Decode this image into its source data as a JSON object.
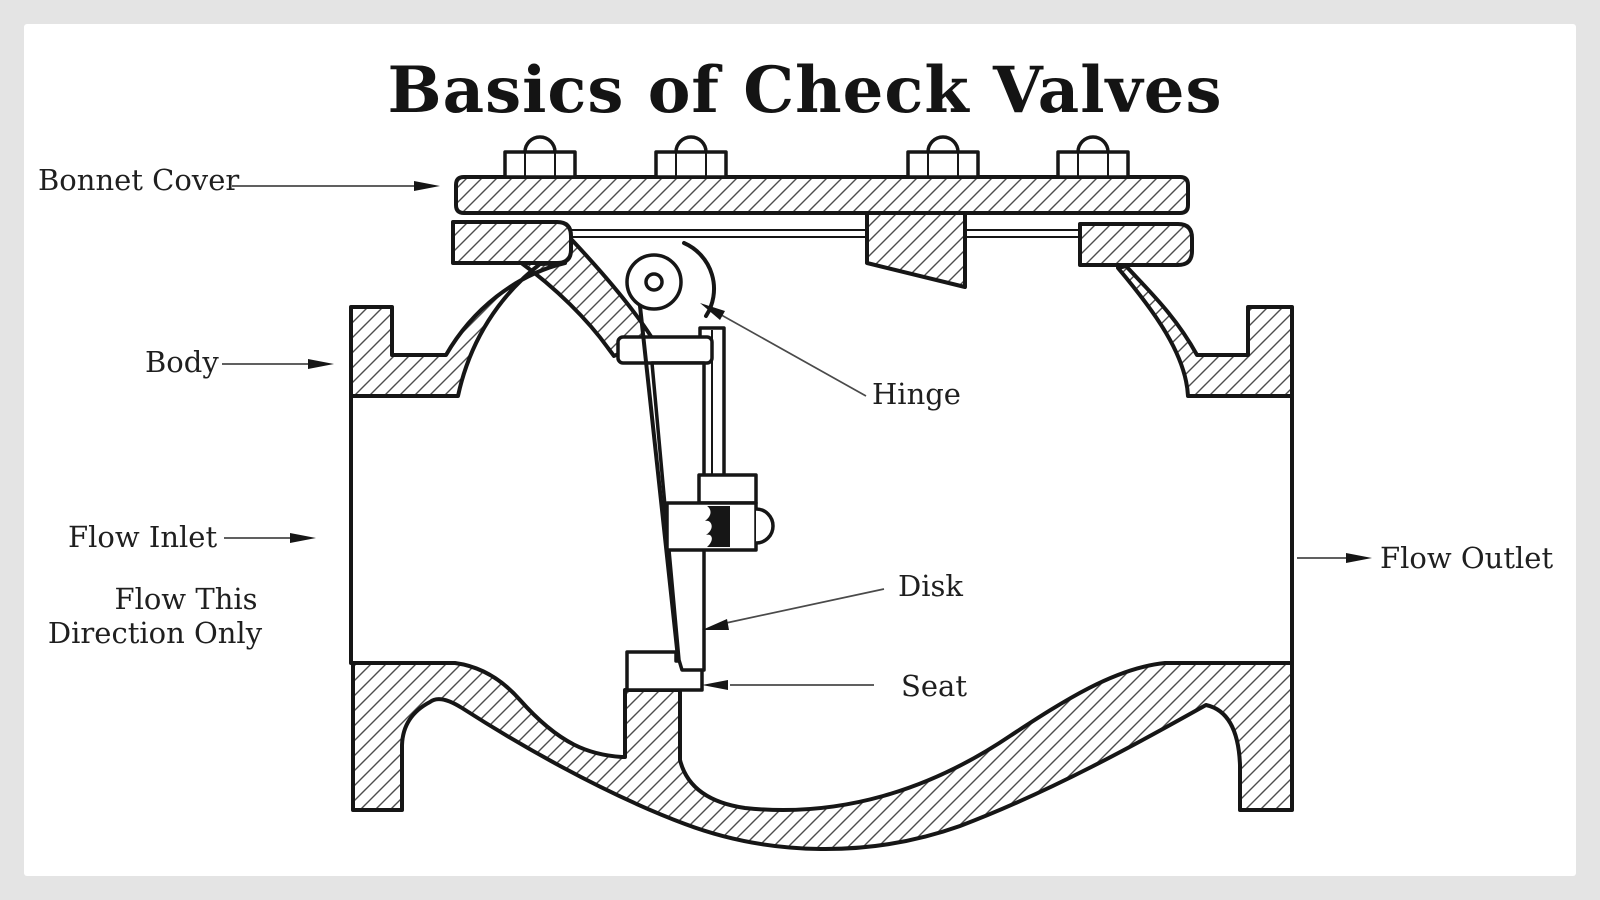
{
  "title": "Basics of Check Valves",
  "diagram": {
    "type": "cross-section",
    "subject": "swing check valve",
    "labels": {
      "bonnet_cover": "Bonnet Cover",
      "body": "Body",
      "flow_inlet": "Flow Inlet",
      "flow_note_line1": "Flow This",
      "flow_note_line2": "Direction Only",
      "hinge": "Hinge",
      "disk": "Disk",
      "seat": "Seat",
      "flow_outlet": "Flow Outlet"
    },
    "colors": {
      "ink": "#161616",
      "hatch": "#4d4d4d",
      "leader": "#4a4a4a",
      "page_frame": "#e4e4e4",
      "canvas": "#ffffff"
    }
  }
}
